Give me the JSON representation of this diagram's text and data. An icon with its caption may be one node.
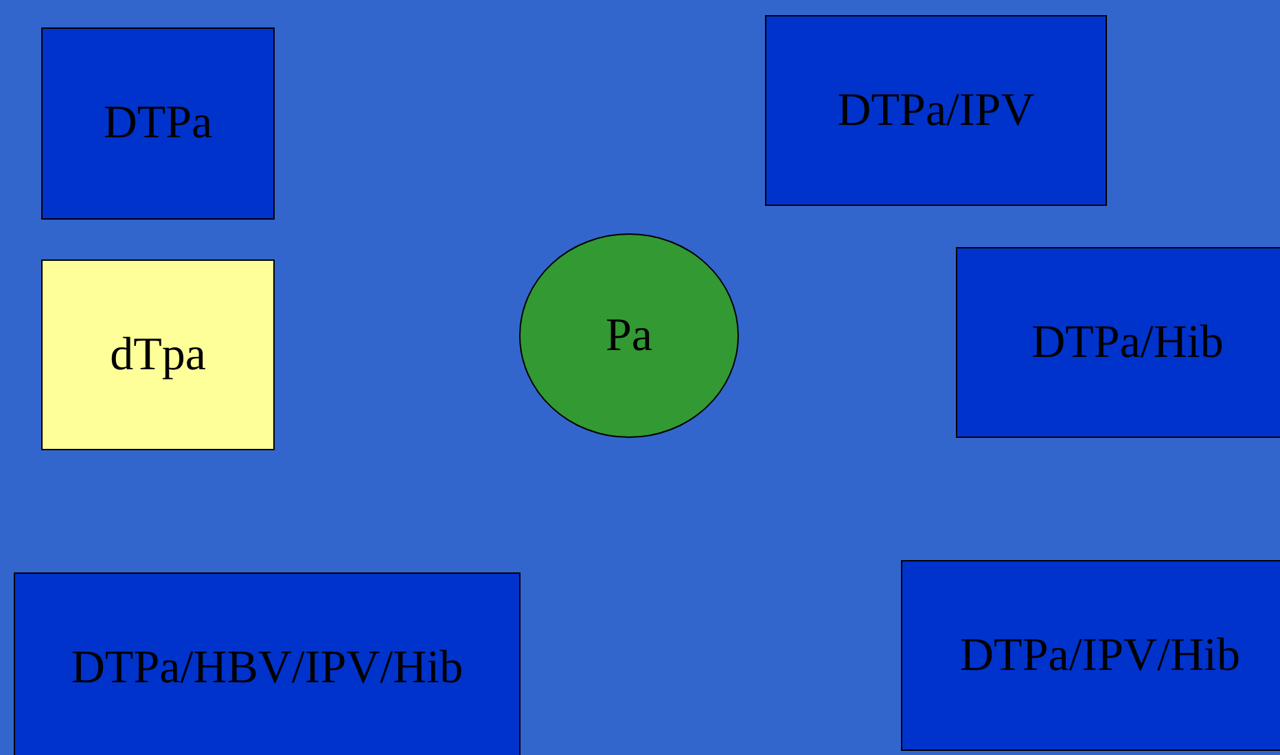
{
  "diagram": {
    "nodes": [
      {
        "text": [
          "DTPa"
        ]
      },
      {
        "text": [
          "DTPa/IPV"
        ]
      },
      {
        "text": [
          "dTpa"
        ]
      },
      {
        "text": [
          "Pa"
        ]
      },
      {
        "text": [
          "DTPa/Hib"
        ]
      },
      {
        "text": [
          "DTPa/HBV/IPV/Hib"
        ]
      },
      {
        "text": [
          "DTPa/IPV/Hib"
        ]
      }
    ]
  }
}
